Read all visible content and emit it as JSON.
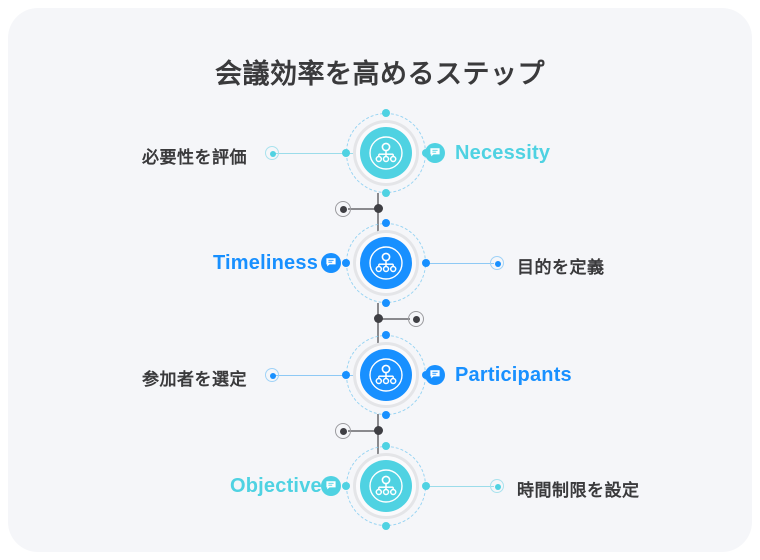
{
  "page": {
    "title": "会議効率を高めるステップ",
    "background": "#ffffff",
    "card_background": "#f5f6f9"
  },
  "colors": {
    "cyan": "#4fd2e2",
    "blue": "#1890ff",
    "text_dark": "#3a3a3c",
    "connector_grey": "#8a8a8e",
    "knot_dark": "#3f3f44"
  },
  "steps": [
    {
      "index": 1,
      "jp_label": "必要性を評価",
      "en_label": "Necessity",
      "jp_side": "left",
      "en_side": "right",
      "color": "#4fd2e2",
      "node_icon": "hierarchy-icon",
      "badge_icon": "chat-bubble-icon"
    },
    {
      "index": 2,
      "jp_label": "目的を定義",
      "en_label": "Timeliness",
      "jp_side": "right",
      "en_side": "left",
      "color": "#1890ff",
      "node_icon": "hierarchy-icon",
      "badge_icon": "chat-bubble-icon"
    },
    {
      "index": 3,
      "jp_label": "参加者を選定",
      "en_label": "Participants",
      "jp_side": "left",
      "en_side": "right",
      "color": "#1890ff",
      "node_icon": "hierarchy-icon",
      "badge_icon": "chat-bubble-icon"
    },
    {
      "index": 4,
      "jp_label": "時間制限を設定",
      "en_label": "Objective",
      "jp_side": "right",
      "en_side": "left",
      "color": "#4fd2e2",
      "node_icon": "hierarchy-icon",
      "badge_icon": "chat-bubble-icon"
    }
  ],
  "branches": [
    {
      "between": "1-2",
      "direction": "left"
    },
    {
      "between": "2-3",
      "direction": "right"
    },
    {
      "between": "3-4",
      "direction": "left"
    }
  ]
}
